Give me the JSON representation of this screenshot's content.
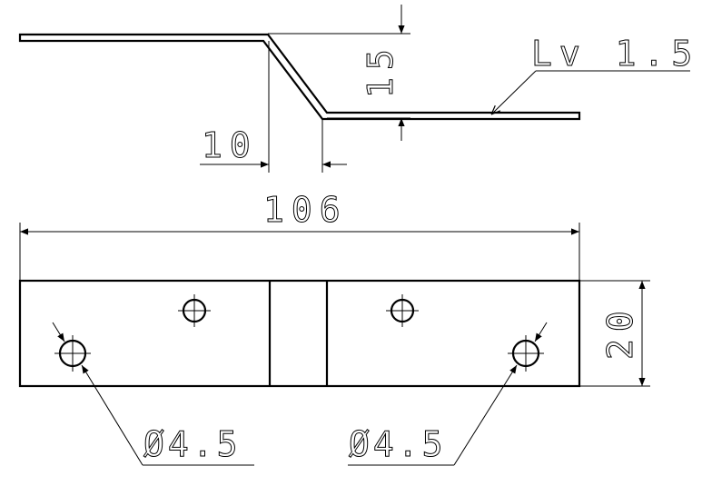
{
  "side_view": {
    "height_dim": "15",
    "offset_dim": "10",
    "thickness_label": "Lv 1.5"
  },
  "plan_view": {
    "length_dim": "106",
    "width_dim": "20",
    "hole_left_label": "Ø4.5",
    "hole_right_label": "Ø4.5"
  },
  "colors": {
    "line": "#000000",
    "background": "#ffffff"
  }
}
